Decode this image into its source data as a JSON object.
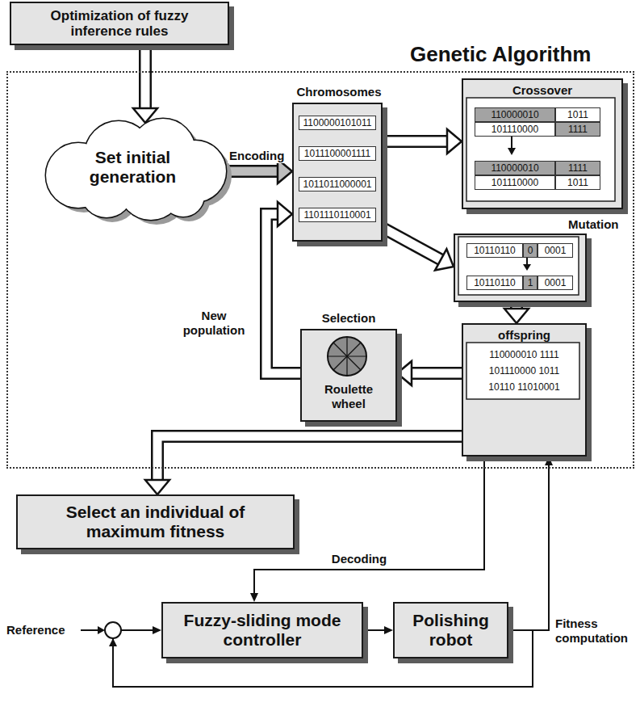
{
  "diagram": {
    "nodes": [
      {
        "text": [
          "Optimization of fuzzy inference rules"
        ]
      },
      {
        "text": [
          "Genetic Algorithm"
        ]
      },
      {
        "text": [
          "Set initial generation"
        ],
        "in": 1
      },
      {
        "text": [
          "Chromosomes",
          "1100000101011",
          "1011100001111",
          "1011011000001",
          "1101110110001"
        ],
        "in": 1
      },
      {
        "text": [
          "Crossover",
          "110000010",
          "1011",
          "101110000",
          "1111",
          "110000010",
          "1111",
          "101110000",
          "1011"
        ],
        "in": 1
      },
      {
        "text": [
          "Mutation",
          "10110110",
          "0",
          "0001",
          "10110110",
          "1",
          "0001"
        ],
        "in": 1
      },
      {
        "text": [
          "Selection",
          "Roulette wheel"
        ],
        "in": 1
      },
      {
        "text": [
          "offspring",
          "110000010 1111",
          "101110000 1011",
          "10110 11010001"
        ],
        "in": 1
      },
      {
        "text": [
          "Select an individual of maximum fitness"
        ]
      },
      {
        "text": [
          "Fuzzy-sliding mode controller"
        ]
      },
      {
        "text": [
          "Polishing robot"
        ]
      }
    ],
    "edges": [
      {
        "from": 0,
        "to": 2,
        "arrow": "to"
      },
      {
        "from": 2,
        "to": 3,
        "label": "Encoding",
        "arrow": "to"
      },
      {
        "from": 3,
        "to": 4,
        "arrow": "to"
      },
      {
        "from": 3,
        "to": 5,
        "arrow": "to"
      },
      {
        "from": 5,
        "to": 7,
        "arrow": "to"
      },
      {
        "from": 7,
        "to": 6,
        "arrow": "to"
      },
      {
        "from": 6,
        "to": 3,
        "label": "New population",
        "arrow": "to"
      },
      {
        "from": 7,
        "to": 8,
        "arrow": "to"
      },
      {
        "from": 7,
        "to": 9,
        "label": "Decoding",
        "arrow": "to"
      },
      {
        "from": 9,
        "to": 10,
        "arrow": "to"
      },
      {
        "from": 10,
        "to": 7,
        "label": "Fitness computation",
        "arrow": "to"
      },
      {
        "from": 10,
        "to": 9,
        "arrow": "to"
      }
    ],
    "labels": [
      "Reference"
    ]
  }
}
